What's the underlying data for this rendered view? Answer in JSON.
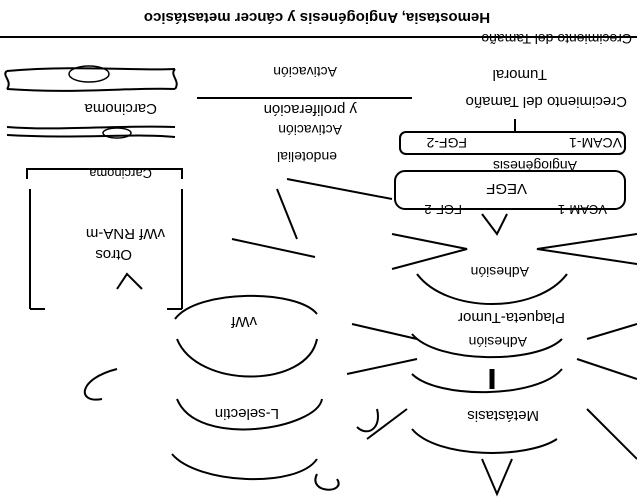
{
  "title": "Hemostasia, Angiogénesis y cáncer metastásico",
  "labels": {
    "carcinoma_top": "Carcinoma",
    "carcinoma_mid": "Carcinoma",
    "activacion_top": "Activación",
    "activacion_mid": "Activación",
    "proliferacion": "y proliferación",
    "endotelial": "endotelial",
    "crecimiento_tumoral_1": "Crecimiento del Tamaño",
    "crecimiento_tumoral_2": "Tumoral",
    "crecimiento_overlap": "Crecimiento del Tamaño",
    "fgf2": "FGF-2",
    "vcam1": "VCAM-1",
    "angiogenesis": "Angiogénesis",
    "vegf": "VEGF",
    "fgf2_b": "FGF-2",
    "vcam1_b": "VCAM-1",
    "vwf_rna": "vWf RNA-m",
    "otros": "Otros",
    "adhesion_top": "Adhesión",
    "plaqueta_tumor": "Plaqueta-Tumor",
    "adhesion_bottom": "Adhesión",
    "vwf": "vWf",
    "metastasis": "Metástasis",
    "l_selectin": "L-selectin"
  },
  "colors": {
    "ink": "#000000",
    "background": "#ffffff"
  }
}
